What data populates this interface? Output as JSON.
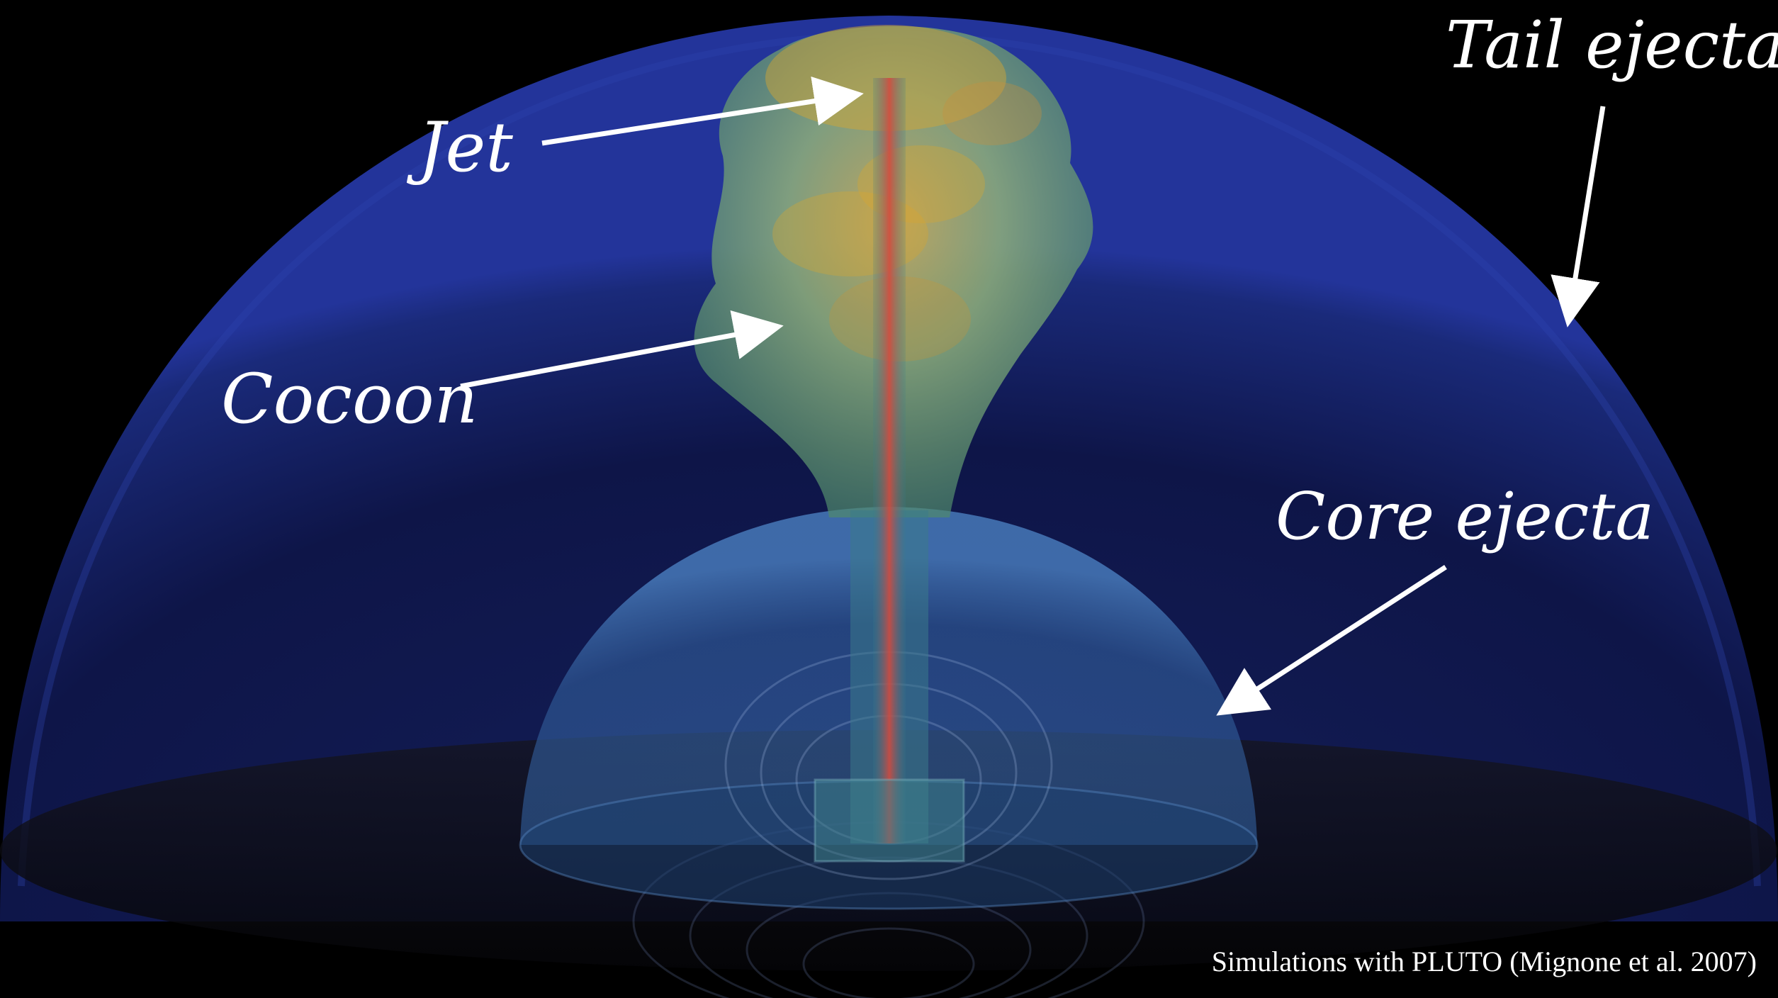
{
  "labels": {
    "jet": "Jet",
    "cocoon": "Cocoon",
    "core_ejecta": "Core ejecta",
    "tail_ejecta": "Tail ejecta"
  },
  "credit": "Simulations with PLUTO (Mignone et al. 2007)",
  "colors": {
    "background": "#000000",
    "tail_ejecta_dome": "#0c1242",
    "core_ejecta_dome": "#2c5c99",
    "cocoon": "#6fa585",
    "jet": "#c8463e",
    "hot_gas": "#d8a032",
    "arrow": "#ffffff"
  }
}
